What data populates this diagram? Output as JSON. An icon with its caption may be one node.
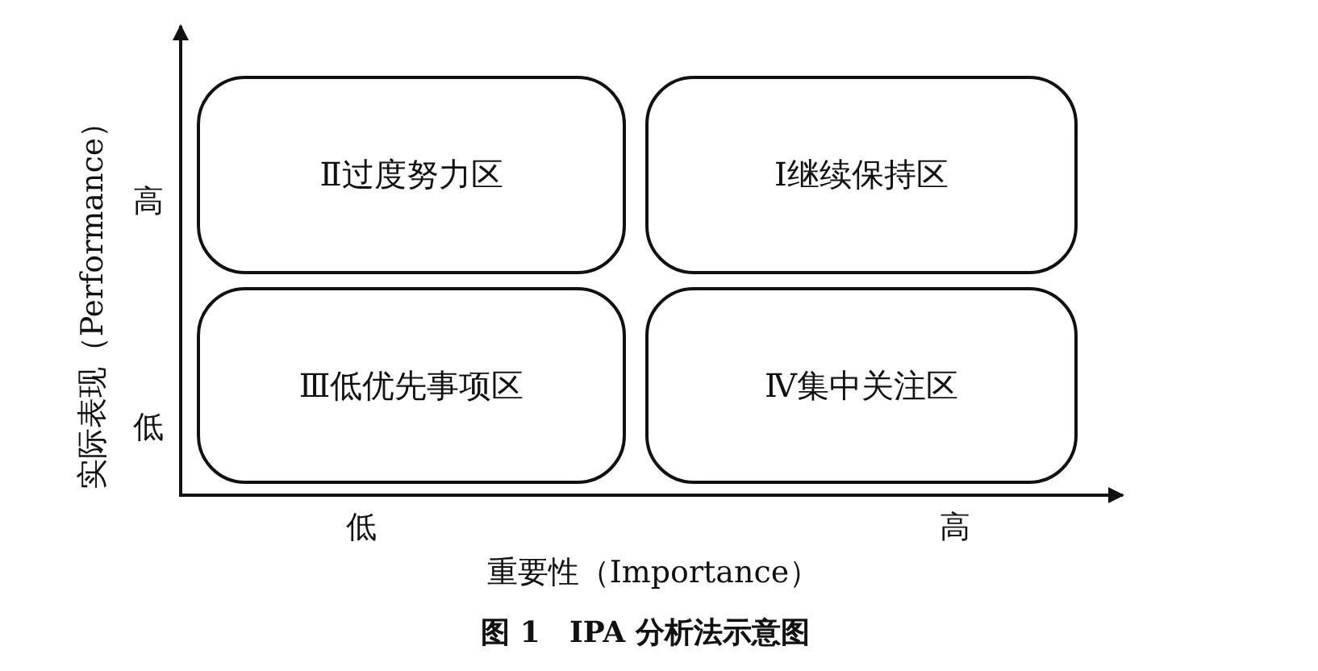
{
  "diagram": {
    "caption": "图 1　IPA 分析法示意图",
    "nodes": [
      {
        "text": [
          "Ⅱ过度努力区"
        ]
      },
      {
        "text": [
          "Ⅰ继续保持区"
        ]
      },
      {
        "text": [
          "Ⅲ低优先事项区"
        ]
      },
      {
        "text": [
          "Ⅳ集中关注区"
        ]
      }
    ],
    "edges": [],
    "labels": [
      "实际表现（Performance）",
      "高",
      "低",
      "低",
      "高",
      "重要性（Importance）"
    ]
  }
}
